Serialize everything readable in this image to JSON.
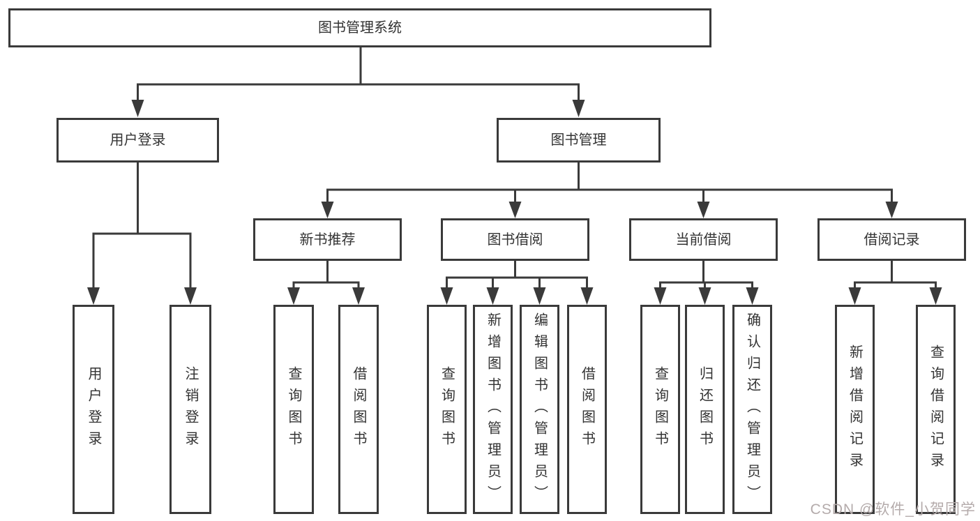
{
  "diagram": {
    "type": "hierarchy-tree",
    "root": {
      "label": "图书管理系统",
      "children": [
        {
          "label": "用户登录",
          "children": [
            {
              "label": "用户登录"
            },
            {
              "label": "注销登录"
            }
          ]
        },
        {
          "label": "图书管理",
          "children": [
            {
              "label": "新书推荐",
              "children": [
                {
                  "label": "查询图书"
                },
                {
                  "label": "借阅图书"
                }
              ]
            },
            {
              "label": "图书借阅",
              "children": [
                {
                  "label": "查询图书"
                },
                {
                  "label": "新增图书（管理员）"
                },
                {
                  "label": "编辑图书（管理员）"
                },
                {
                  "label": "借阅图书"
                }
              ]
            },
            {
              "label": "当前借阅",
              "children": [
                {
                  "label": "查询图书"
                },
                {
                  "label": "归还图书"
                },
                {
                  "label": "确认归还（管理员）"
                }
              ]
            },
            {
              "label": "借阅记录",
              "children": [
                {
                  "label": "新增借阅记录"
                },
                {
                  "label": "查询借阅记录"
                }
              ]
            }
          ]
        }
      ]
    }
  },
  "watermark": {
    "text": "CSDN @软件_小贺同学"
  },
  "colors": {
    "line": "#3a3a3a",
    "text": "#333333",
    "background": "#ffffff",
    "watermark": "#b4abab"
  }
}
